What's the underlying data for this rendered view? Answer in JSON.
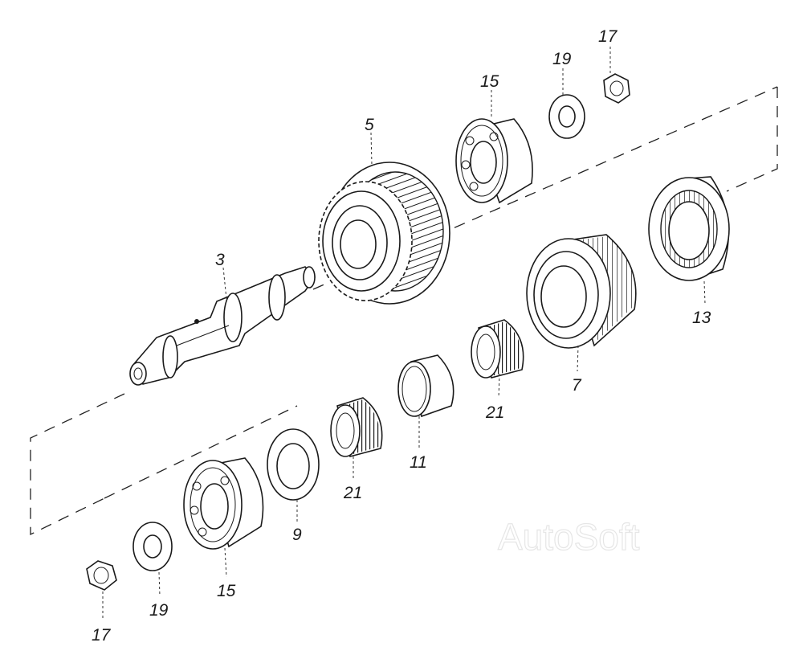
{
  "watermark": "AutoSoft",
  "callouts": {
    "shaft": "3",
    "helical_gear": "5",
    "spur_gear": "7",
    "washer_9": "9",
    "sleeve_11": "11",
    "coupling_13": "13",
    "bearing_15_top": "15",
    "bearing_15_bottom": "15",
    "nut_17_top": "17",
    "nut_17_bottom": "17",
    "washer_19_top": "19",
    "washer_19_bottom": "19",
    "needle_bearing_21_top": "21",
    "needle_bearing_21_bottom": "21"
  }
}
